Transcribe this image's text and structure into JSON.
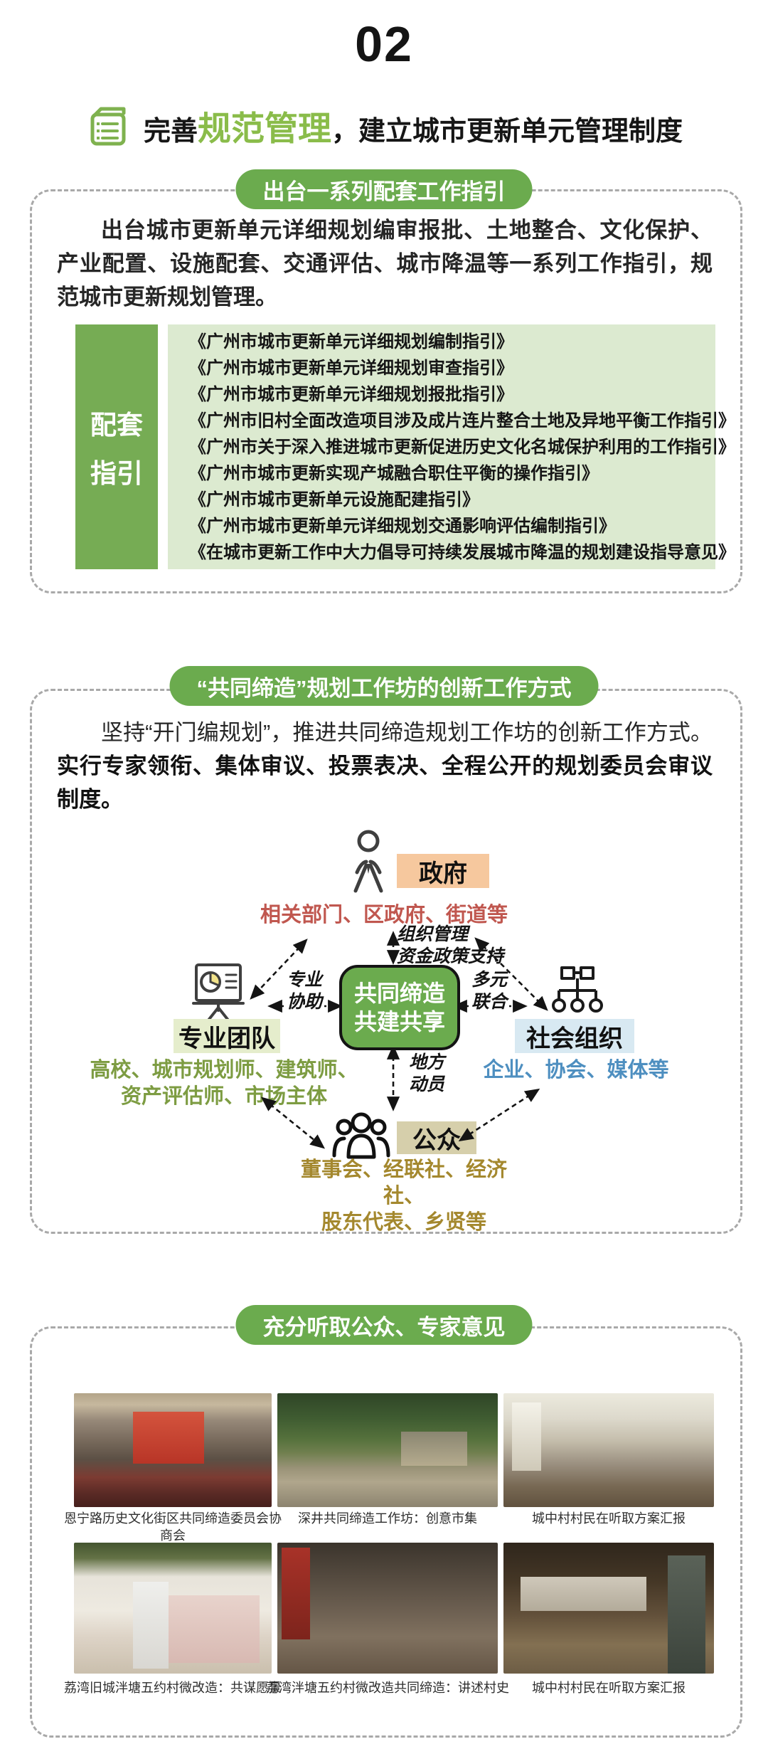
{
  "page": {
    "number": "02"
  },
  "header": {
    "title_prefix": "完善",
    "title_highlight": "规范管理",
    "title_suffix": "，建立城市更新单元管理制度"
  },
  "section1": {
    "pill": "出台一系列配套工作指引",
    "paragraph": "出台城市更新单元详细规划编审报批、土地整合、文化保护、产业配置、设施配套、交通评估、城市降温等一系列工作指引，规范城市更新规划管理。",
    "sidebar_line1": "配套",
    "sidebar_line2": "指引",
    "documents": [
      "《广州市城市更新单元详细规划编制指引》",
      "《广州市城市更新单元详细规划审查指引》",
      "《广州市城市更新单元详细规划报批指引》",
      "《广州市旧村全面改造项目涉及成片连片整合土地及异地平衡工作指引》",
      "《广州市关于深入推进城市更新促进历史文化名城保护利用的工作指引》",
      "《广州市城市更新实现产城融合职住平衡的操作指引》",
      "《广州市城市更新单元设施配建指引》",
      "《广州市城市更新单元详细规划交通影响评估编制指引》",
      "《在城市更新工作中大力倡导可持续发展城市降温的规划建设指导意见》"
    ]
  },
  "section2": {
    "pill": "“共同缔造”规划工作坊的创新工作方式",
    "paragraph_normal": "坚持“开门编规划”，推进共同缔造规划工作坊的创新工作方式。",
    "paragraph_bold": "实行专家领衔、集体审议、投票表决、全程公开的规划委员会审议制度。",
    "diagram": {
      "center_line1": "共同缔造",
      "center_line2": "共建共享",
      "government": {
        "label": "政府",
        "subtext": "相关部门、区政府、街道等"
      },
      "professional": {
        "label": "专业团队",
        "subtext_line1": "高校、城市规划师、建筑师、",
        "subtext_line2": "资产评估师、市场主体"
      },
      "social": {
        "label": "社会组织",
        "subtext": "企业、协会、媒体等"
      },
      "public": {
        "label": "公众",
        "subtext_line1": "董事会、经联社、经济社、",
        "subtext_line2": "股东代表、乡贤等"
      },
      "edge_top_line1": "组织管理",
      "edge_top_line2": "资金政策支持",
      "edge_left_line1": "专业",
      "edge_left_line2": "协助",
      "edge_right_line1": "多元",
      "edge_right_line2": "联合",
      "edge_bottom_line1": "地方",
      "edge_bottom_line2": "动员"
    }
  },
  "section3": {
    "pill": "充分听取公众、专家意见",
    "captions": [
      "恩宁路历史文化街区共同缔造委员会",
      "深井共同缔造工作坊：创意市集",
      "城中村村民在听取方案汇报",
      "荔湾旧城泮塘五约村微改造：共谋愿景",
      "荔湾泮塘五约村微改造共同缔造：讲述村史",
      "城中村村民在听取方案汇报"
    ],
    "caption1_line2": "协商会"
  },
  "colors": {
    "accent_green": "#6bab4e",
    "title_green": "#8abc4a",
    "sidebar_green": "#76ac54",
    "list_bg_green": "#dcead0",
    "gov_label_bg": "#f6c89e",
    "gov_text": "#c0574f",
    "pro_label_bg": "#e5edcc",
    "pro_text": "#7d9c42",
    "soc_label_bg": "#d8e9f2",
    "soc_text": "#4e8fc0",
    "pub_label_bg": "#d6cfab",
    "pub_text": "#a4882e"
  }
}
